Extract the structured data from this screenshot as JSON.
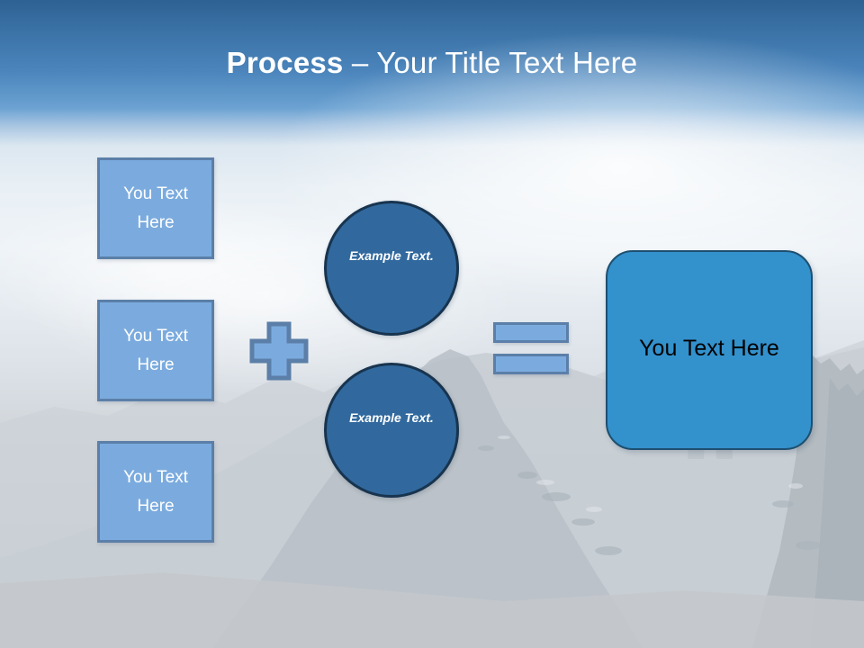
{
  "slide": {
    "title_bold": "Process ",
    "title_separator": "– ",
    "title_rest": "Your Title Text Here"
  },
  "inputs": {
    "items": [
      {
        "label": "You Text Here"
      },
      {
        "label": "You Text Here"
      },
      {
        "label": "You Text Here"
      }
    ]
  },
  "operators": {
    "plus": "plus-sign",
    "equals": "equals-sign"
  },
  "circles": {
    "items": [
      {
        "label": "Example Text."
      },
      {
        "label": "Example Text."
      }
    ]
  },
  "result": {
    "label": "You Text Here"
  },
  "colors": {
    "title_band_top": "#2e6193",
    "title_text": "#ffffff",
    "input_box_fill": "#7babde",
    "input_box_border": "#5b7fa8",
    "circle_fill": "#31699e",
    "circle_border": "#18344f",
    "result_fill": "#3391cc",
    "result_border": "#1d4f70",
    "result_text": "#000000",
    "operator_fill": "#7babde",
    "operator_border": "#5b7fa8",
    "background_base": "#c4c8cc"
  },
  "background": {
    "scene": "mountain-landscape-photo",
    "sky": "blue-gradient-sky",
    "silhouette": "person-on-summit"
  }
}
